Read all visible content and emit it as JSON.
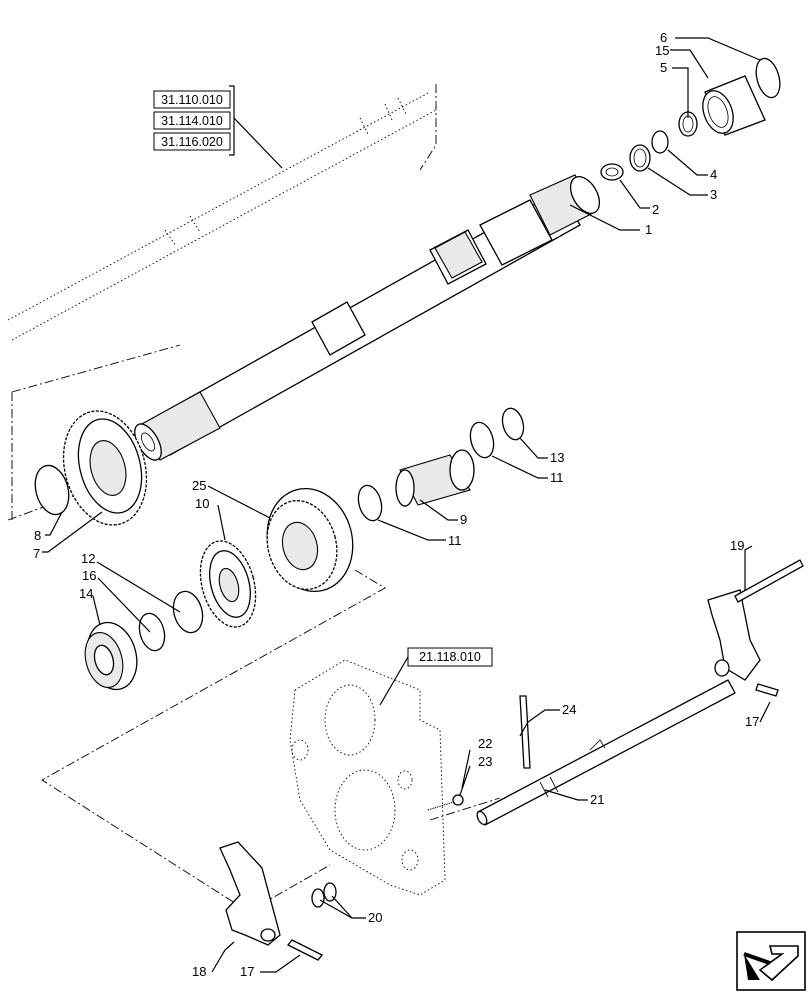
{
  "references": [
    {
      "id": "ref-31-110",
      "text": "31.110.010"
    },
    {
      "id": "ref-31-114",
      "text": "31.114.010"
    },
    {
      "id": "ref-31-116",
      "text": "31.116.020"
    },
    {
      "id": "ref-21-118",
      "text": "21.118.010"
    }
  ],
  "callouts": {
    "c1": "1",
    "c2": "2",
    "c3": "3",
    "c4": "4",
    "c5": "5",
    "c6": "6",
    "c7": "7",
    "c8": "8",
    "c9": "9",
    "c10": "10",
    "c11a": "11",
    "c11b": "11",
    "c12": "12",
    "c13": "13",
    "c14": "14",
    "c15": "15",
    "c16": "16",
    "c17a": "17",
    "c17b": "17",
    "c18": "18",
    "c19": "19",
    "c20": "20",
    "c21": "21",
    "c22": "22",
    "c23": "23",
    "c24": "24",
    "c25": "25"
  },
  "nav_icon": "next-page-arrow-icon"
}
